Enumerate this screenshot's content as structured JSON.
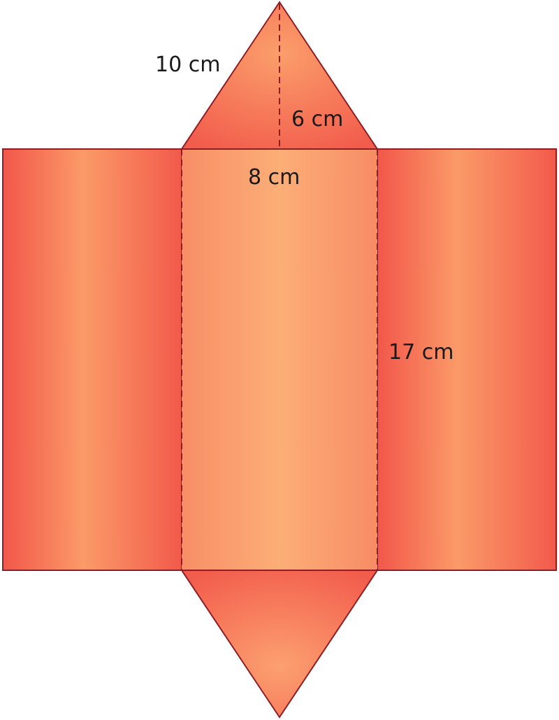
{
  "diagram": {
    "labels": {
      "slant_edge": "10 cm",
      "triangle_height": "6 cm",
      "triangle_base": "8 cm",
      "prism_length": "17 cm"
    },
    "colors": {
      "face_dark": "#f2574a",
      "face_mid": "#fa8c63",
      "face_light": "#fcac75",
      "outline": "#8f1d24"
    }
  }
}
